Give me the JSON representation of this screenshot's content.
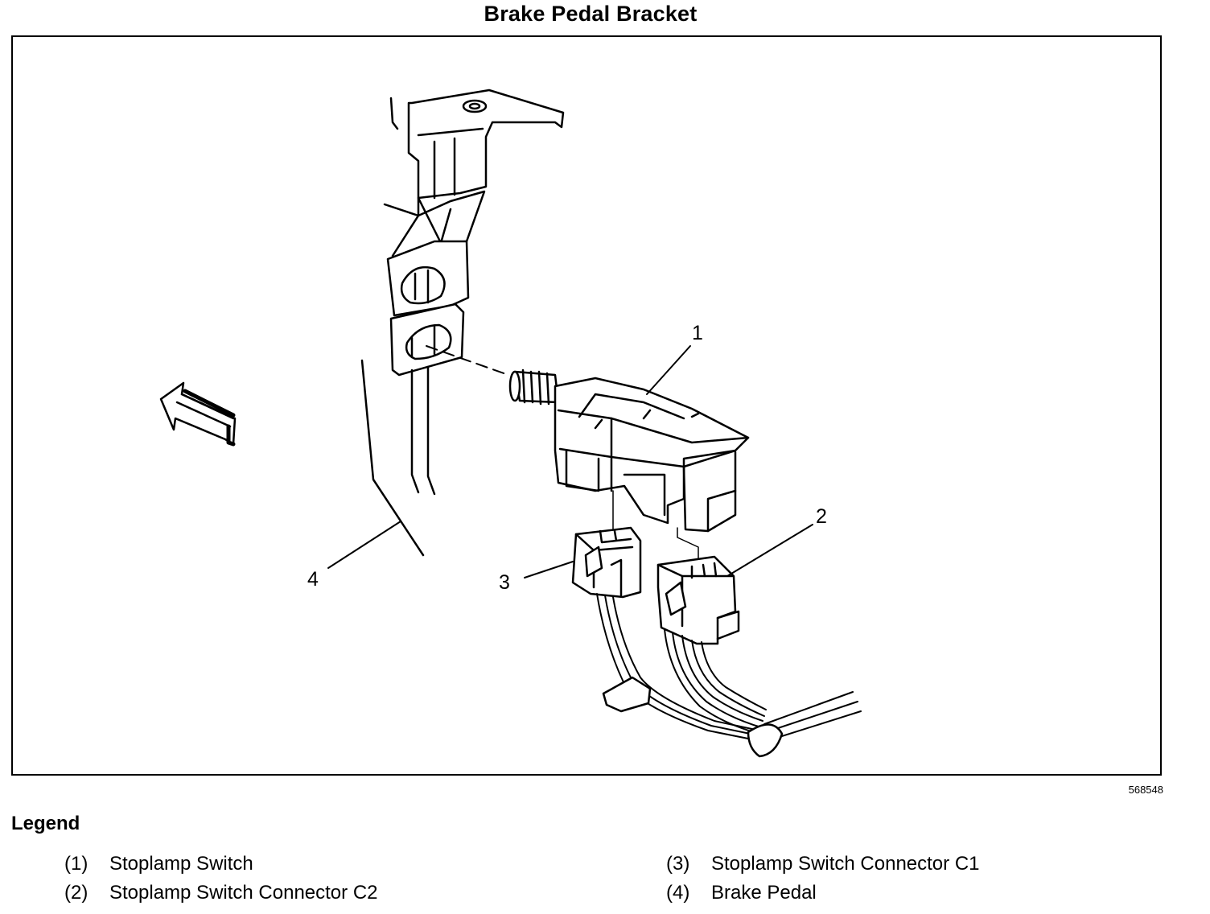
{
  "title": "Brake Pedal Bracket",
  "figure_id": "568548",
  "callouts": [
    "1",
    "2",
    "3",
    "4"
  ],
  "legend": {
    "heading": "Legend",
    "items": [
      {
        "num": "(1)",
        "label": "Stoplamp Switch"
      },
      {
        "num": "(2)",
        "label": "Stoplamp Switch Connector C2"
      },
      {
        "num": "(3)",
        "label": "Stoplamp Switch Connector C1"
      },
      {
        "num": "(4)",
        "label": "Brake Pedal"
      }
    ]
  }
}
